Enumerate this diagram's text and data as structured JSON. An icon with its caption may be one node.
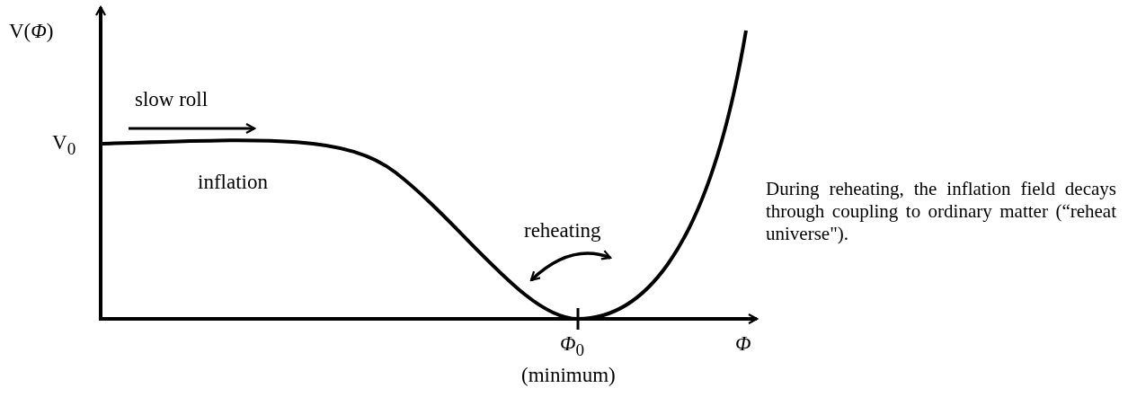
{
  "diagram": {
    "labels": [
      "V(*Φ*)",
      "slow roll",
      "V$_{0}$",
      "inflation",
      "reheating",
      "*Φ*$_{0}$",
      "Φ",
      "(minimum)",
      "During reheating, the inflation field decays through coupling to ordinary matter (“reheat universe\")."
    ]
  }
}
